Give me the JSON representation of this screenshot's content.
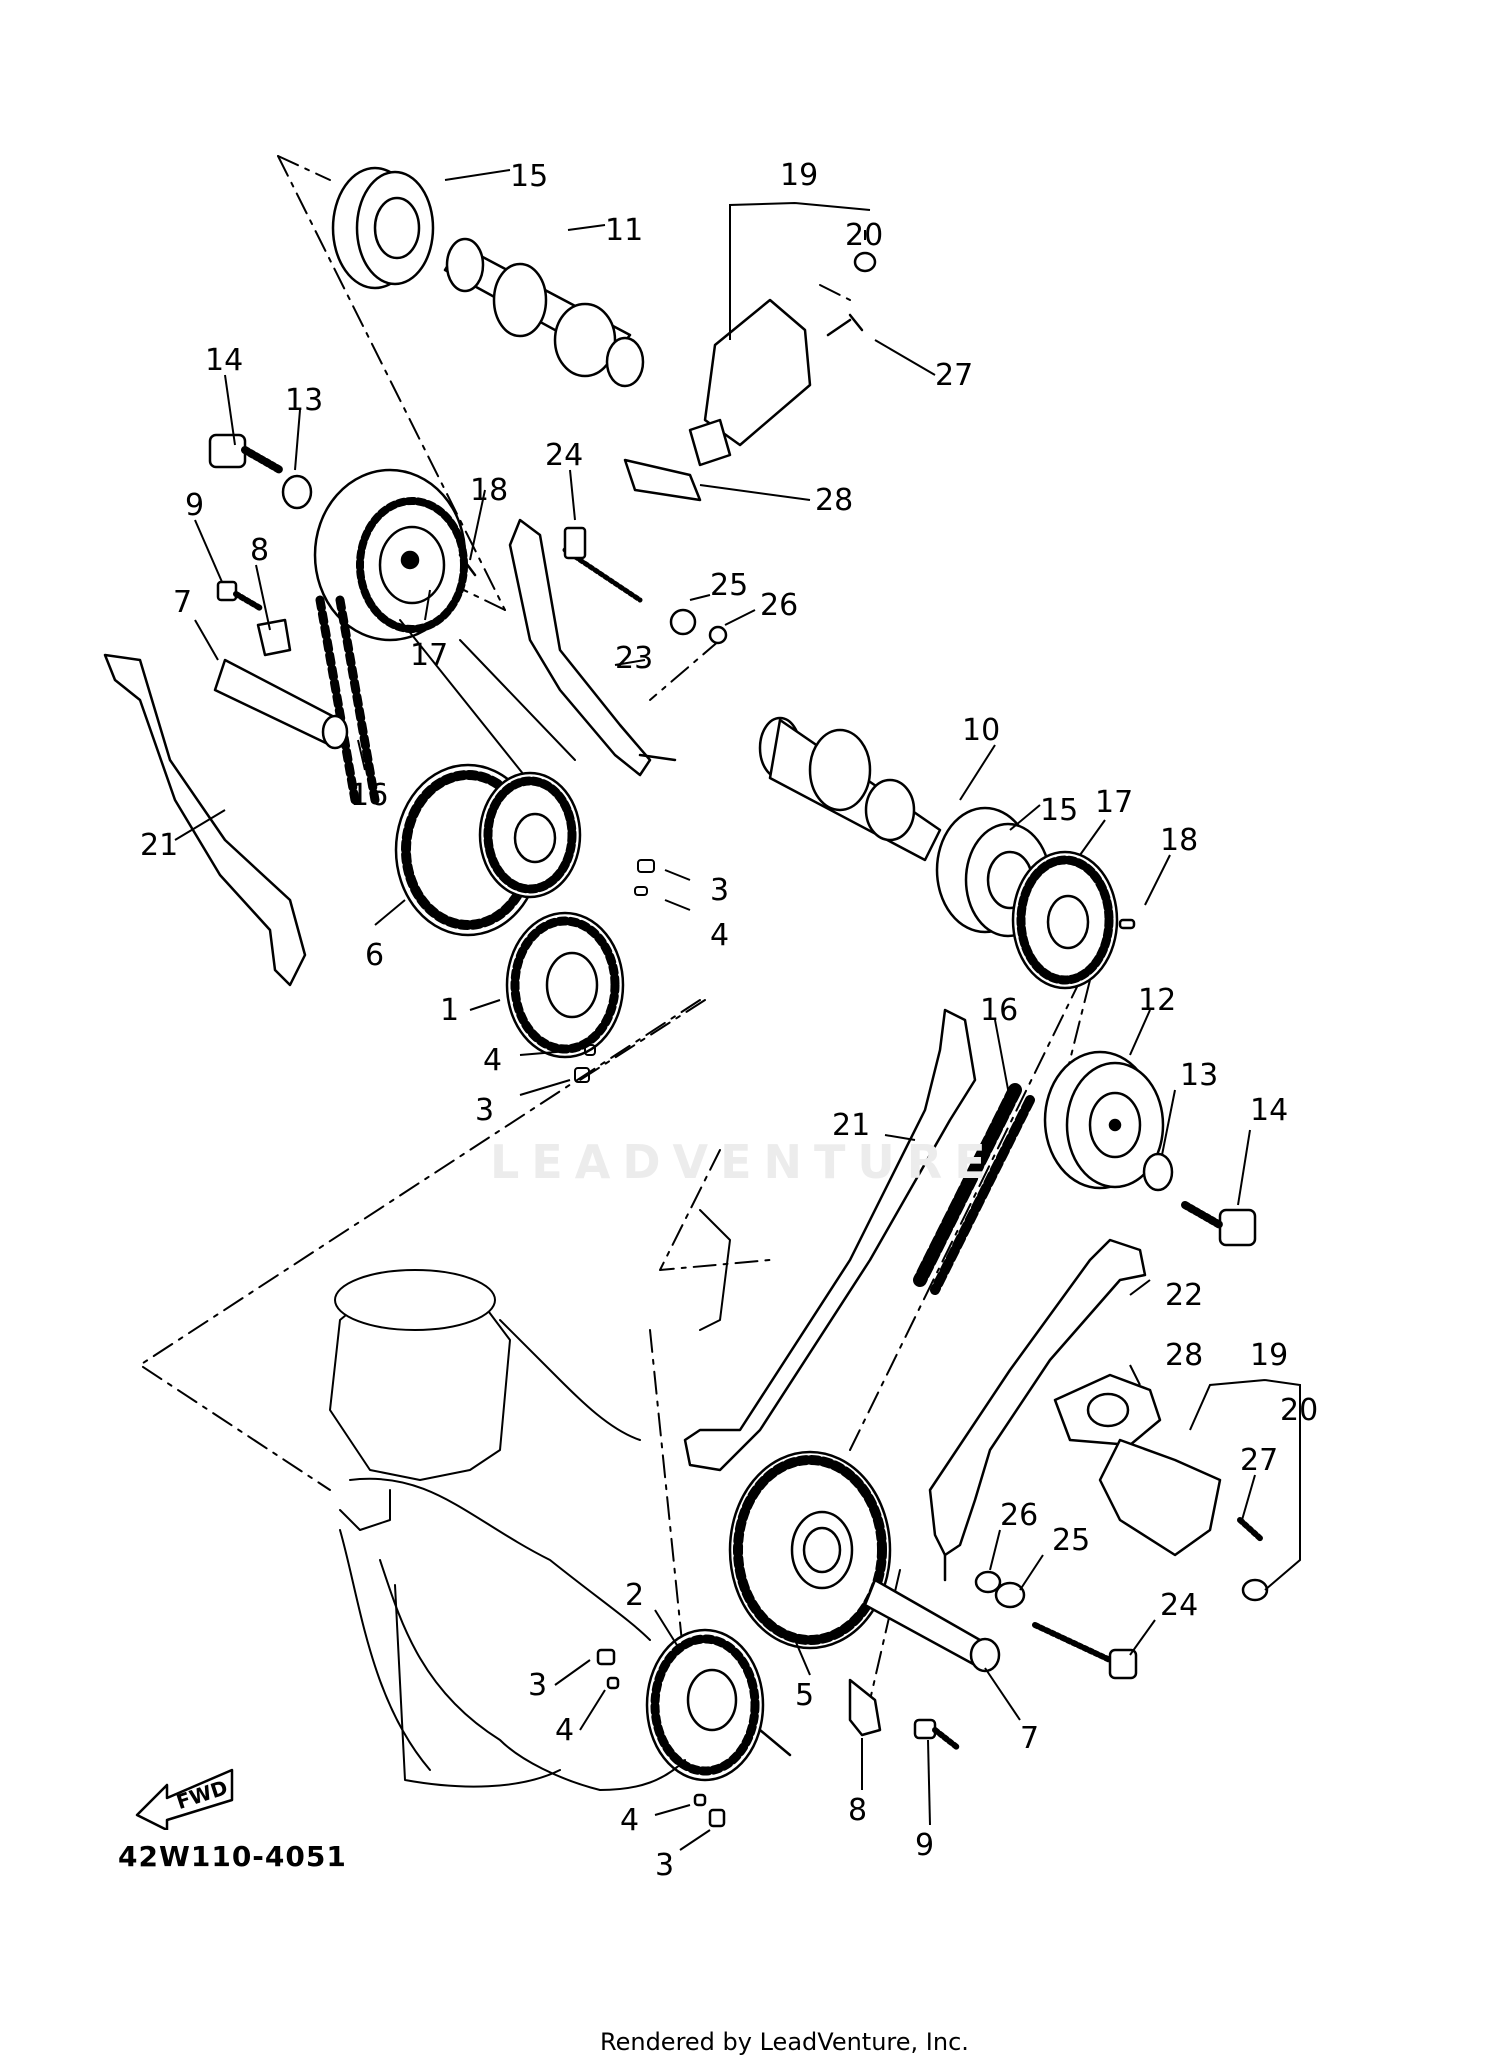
{
  "diagram_code": "42W110-4051",
  "rendered_by": "Rendered by LeadVenture, Inc.",
  "watermark": "LEADVENTURE",
  "fwd_label": "FWD",
  "callouts": [
    {
      "id": "c15a",
      "text": "15"
    },
    {
      "id": "c11",
      "text": "11"
    },
    {
      "id": "c19a",
      "text": "19"
    },
    {
      "id": "c20a",
      "text": "20"
    },
    {
      "id": "c27a",
      "text": "27"
    },
    {
      "id": "c14a",
      "text": "14"
    },
    {
      "id": "c13a",
      "text": "13"
    },
    {
      "id": "c24a",
      "text": "24"
    },
    {
      "id": "c28a",
      "text": "28"
    },
    {
      "id": "c9a",
      "text": "9"
    },
    {
      "id": "c18a",
      "text": "18"
    },
    {
      "id": "c8a",
      "text": "8"
    },
    {
      "id": "c25a",
      "text": "25"
    },
    {
      "id": "c26a",
      "text": "26"
    },
    {
      "id": "c7a",
      "text": "7"
    },
    {
      "id": "c17a",
      "text": "17"
    },
    {
      "id": "c23",
      "text": "23"
    },
    {
      "id": "c16a",
      "text": "16"
    },
    {
      "id": "c10",
      "text": "10"
    },
    {
      "id": "c15b",
      "text": "15"
    },
    {
      "id": "c17b",
      "text": "17"
    },
    {
      "id": "c18b",
      "text": "18"
    },
    {
      "id": "c21a",
      "text": "21"
    },
    {
      "id": "c3a",
      "text": "3"
    },
    {
      "id": "c4a",
      "text": "4"
    },
    {
      "id": "c6",
      "text": "6"
    },
    {
      "id": "c1",
      "text": "1"
    },
    {
      "id": "c4b",
      "text": "4"
    },
    {
      "id": "c3b",
      "text": "3"
    },
    {
      "id": "c16b",
      "text": "16"
    },
    {
      "id": "c12",
      "text": "12"
    },
    {
      "id": "c13b",
      "text": "13"
    },
    {
      "id": "c14b",
      "text": "14"
    },
    {
      "id": "c21b",
      "text": "21"
    },
    {
      "id": "c22",
      "text": "22"
    },
    {
      "id": "c28b",
      "text": "28"
    },
    {
      "id": "c19b",
      "text": "19"
    },
    {
      "id": "c20b",
      "text": "20"
    },
    {
      "id": "c27b",
      "text": "27"
    },
    {
      "id": "c26b",
      "text": "26"
    },
    {
      "id": "c25b",
      "text": "25"
    },
    {
      "id": "c2",
      "text": "2"
    },
    {
      "id": "c24b",
      "text": "24"
    },
    {
      "id": "c3c",
      "text": "3"
    },
    {
      "id": "c4c",
      "text": "4"
    },
    {
      "id": "c5",
      "text": "5"
    },
    {
      "id": "c7b",
      "text": "7"
    },
    {
      "id": "c8b",
      "text": "8"
    },
    {
      "id": "c9b",
      "text": "9"
    },
    {
      "id": "c4d",
      "text": "4"
    },
    {
      "id": "c3d",
      "text": "3"
    }
  ]
}
